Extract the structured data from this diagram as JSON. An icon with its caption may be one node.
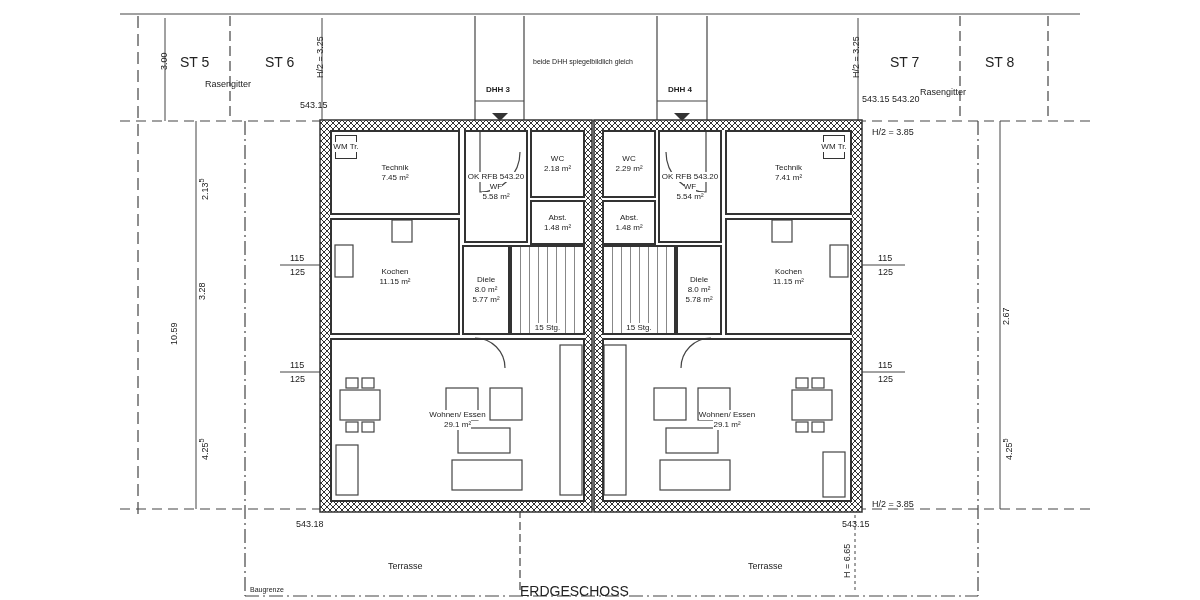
{
  "diagram": {
    "nodes": [
      {
        "text": [
          "Technik",
          "7.45 m²"
        ]
      },
      {
        "text": [
          "WM Tr."
        ],
        "in": 0
      },
      {
        "text": [
          "WC",
          "2.18 m²"
        ]
      },
      {
        "text": [
          "OK RFB 543.20",
          "WF",
          "5.58 m²"
        ]
      },
      {
        "text": [
          "Abst.",
          "1.48 m²"
        ]
      },
      {
        "text": [
          "Kochen",
          "11.15 m²"
        ]
      },
      {
        "text": [
          "Diele",
          "8.0 m²",
          "5.77 m²"
        ]
      },
      {
        "text": [
          "15 Stg."
        ]
      },
      {
        "text": [
          "Wohnen/ Essen",
          "29.1 m²"
        ]
      },
      {
        "text": [
          "WC",
          "2.29 m²"
        ]
      },
      {
        "text": [
          "OK RFB 543.20",
          "WF",
          "5.54 m²"
        ]
      },
      {
        "text": [
          "Abst.",
          "1.48 m²"
        ]
      },
      {
        "text": [
          "Technik",
          "7.41 m²"
        ]
      },
      {
        "text": [
          "WM Tr."
        ],
        "in": 12
      },
      {
        "text": [
          "15 Stg."
        ]
      },
      {
        "text": [
          "Diele",
          "8.0 m²",
          "5.78 m²"
        ]
      },
      {
        "text": [
          "Kochen",
          "11.15 m²"
        ]
      },
      {
        "text": [
          "Wohnen/ Essen",
          "29.1 m²"
        ]
      }
    ],
    "labels": [
      "3.00",
      "ST 5",
      "ST 6",
      "H/2 = 3.25",
      "beide DHH spiegelbildlich gleich",
      "H/2 = 3.25",
      "ST 7",
      "ST 8",
      "Rasengitter",
      "DHH 3",
      "DHH 4",
      "Rasengitter",
      "543.15",
      "543.15 543.20",
      "H/2 = 3.85",
      "2.13$^{5}$",
      "3.28",
      "10.59",
      "115",
      "125",
      "115",
      "125",
      "115",
      "125",
      "115",
      "125",
      "2.67",
      "4.25$^{5}$",
      "4.25$^{5}$",
      "H/2 = 3.85",
      "543.18",
      "543.15",
      "Terrasse",
      "H = 6.65",
      "Terrasse",
      "Baugrenze",
      "ERDGESCHOSS"
    ]
  }
}
